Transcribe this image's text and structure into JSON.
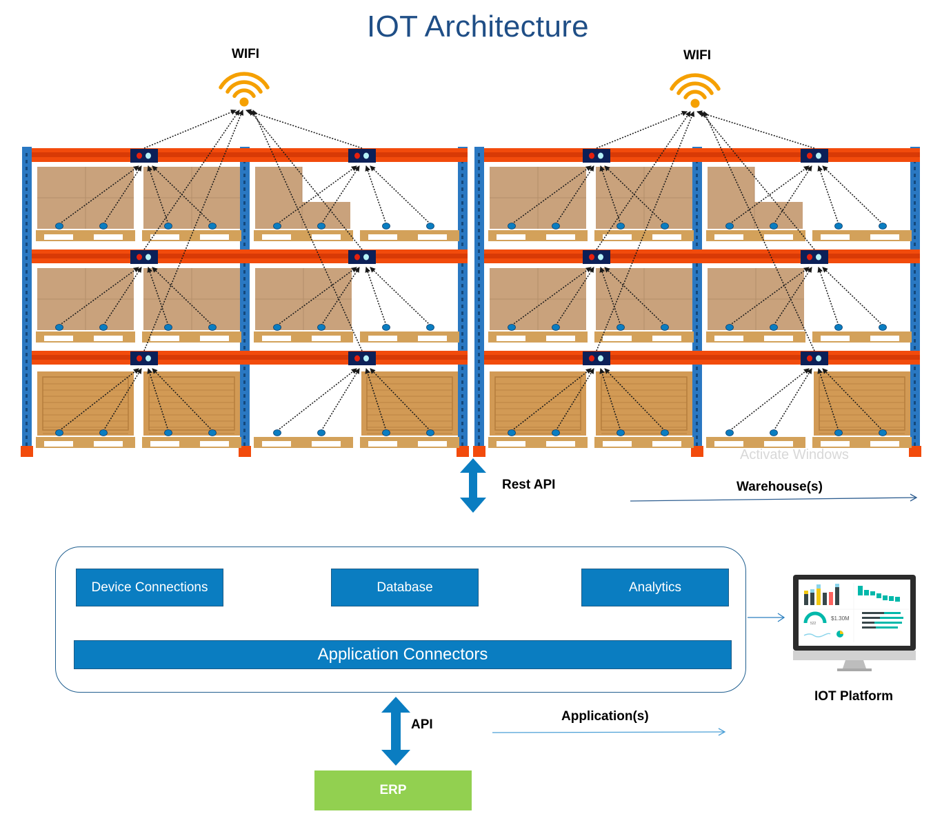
{
  "title": "IOT Architecture",
  "wifi": [
    {
      "label": "WIFI",
      "icon": "wifi-icon"
    },
    {
      "label": "WIFI",
      "icon": "wifi-icon"
    }
  ],
  "warehouse": {
    "label": "Warehouse(s)",
    "racks": [
      {
        "name": "rack-left",
        "bays": [
          {
            "levels": [
              {
                "load": [
                  "cartons",
                  "cartons"
                ]
              },
              {
                "load": [
                  "cartons",
                  "cartons"
                ]
              },
              {
                "load": [
                  "crate",
                  "crate"
                ]
              }
            ]
          },
          {
            "levels": [
              {
                "load": [
                  "cartons-stepped",
                  "empty-pallet"
                ]
              },
              {
                "load": [
                  "cartons",
                  "empty-pallet"
                ]
              },
              {
                "load": [
                  "empty-pallet",
                  "crate"
                ]
              }
            ]
          }
        ]
      },
      {
        "name": "rack-right",
        "bays": [
          {
            "levels": [
              {
                "load": [
                  "cartons",
                  "cartons"
                ]
              },
              {
                "load": [
                  "cartons",
                  "cartons"
                ]
              },
              {
                "load": [
                  "crate",
                  "crate"
                ]
              }
            ]
          },
          {
            "levels": [
              {
                "load": [
                  "cartons-stepped",
                  "empty-pallet"
                ]
              },
              {
                "load": [
                  "cartons",
                  "empty-pallet"
                ]
              },
              {
                "load": [
                  "empty-pallet",
                  "crate"
                ]
              }
            ]
          }
        ]
      }
    ],
    "sensors_per_level": 4,
    "gateway_icon": "gateway-device-icon"
  },
  "rest_api_label": "Rest API",
  "platform": {
    "modules": [
      "Device Connections",
      "Database",
      "Analytics"
    ],
    "connectors": "Application Connectors"
  },
  "iot_platform_label": "IOT Platform",
  "api_label": "API",
  "applications_label": "Application(s)",
  "erp_label": "ERP",
  "monitor": {
    "kpi_value": "$1.30M",
    "gauge_value": "522"
  },
  "os_watermark": "Activate Windows",
  "colors": {
    "title": "#1f4e86",
    "upright": "#2a78c2",
    "beam": "#f24b0c",
    "gateway": "#0c2058",
    "sensor": "#0a7dc1",
    "wifi": "#f5a000",
    "module": "#0a7dc1",
    "erp": "#92d050"
  }
}
